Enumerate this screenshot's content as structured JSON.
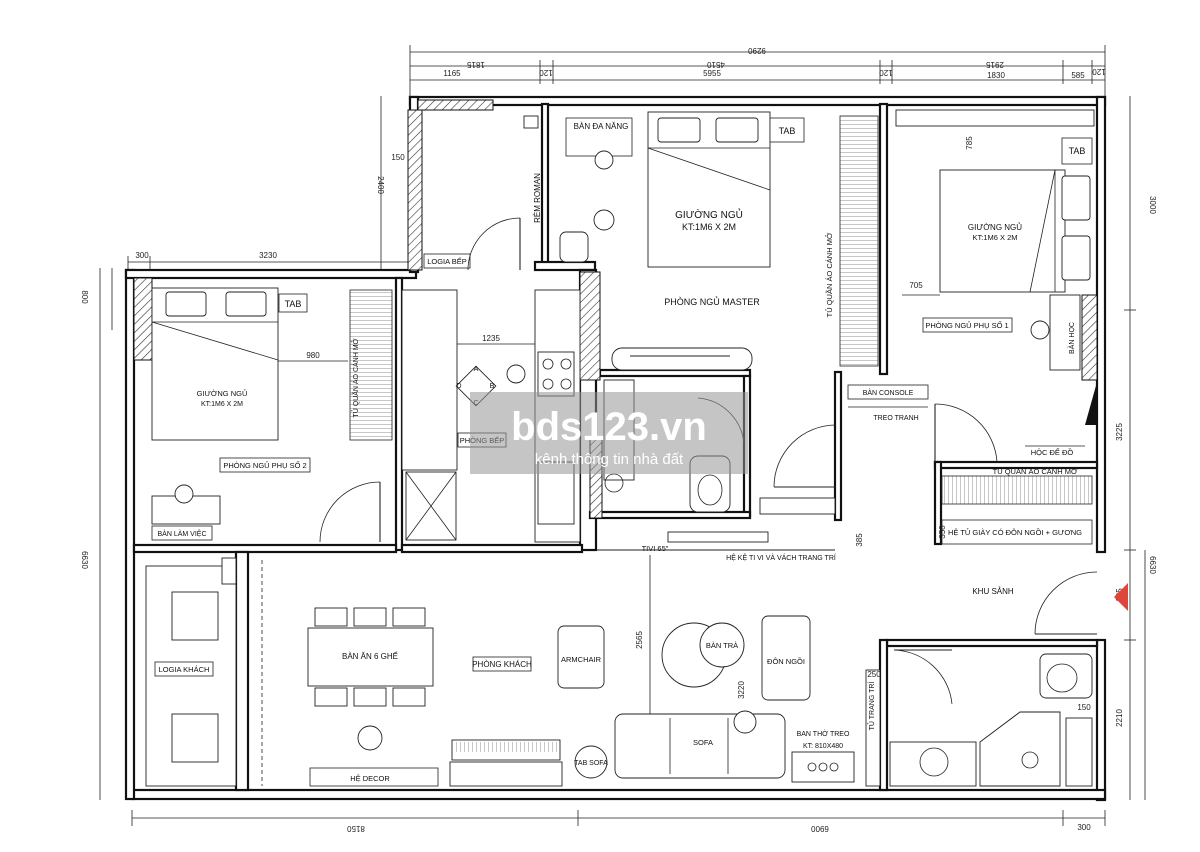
{
  "dimensions": {
    "top_total": "9290",
    "top_segments": [
      "1815",
      "4510",
      "2915"
    ],
    "top_lower": [
      "1165",
      "120",
      "5955",
      "120",
      "1830",
      "585",
      "120"
    ],
    "left_upper_a": "300",
    "left_upper_b": "3230",
    "left_side_a": "800",
    "left_side_b": "6630",
    "left_loggia": "2400",
    "left_150": "150",
    "bottom_left": "8150",
    "bottom_right": "6900",
    "bottom_300": "300",
    "right_top": "3000",
    "right_mid": "3225",
    "right_6630": "6630",
    "right_2210": "2210",
    "d_980": "980",
    "d_1235": "1235",
    "d_785": "785",
    "d_705": "705",
    "d_385": "385",
    "d_2565": "2565",
    "d_3220": "3220",
    "d_250": "250",
    "d_350": "350",
    "d_150b": "150",
    "d_195": "195"
  },
  "rooms": {
    "ban_da_nang": "BÀN ĐA NĂNG",
    "tab1": "TAB",
    "tab2": "TAB",
    "tab3": "TAB",
    "giuong_master": "GIƯỜNG NGỦ",
    "giuong_master_kt": "KT:1M6 X 2M",
    "rem_roman": "RÈM ROMAN",
    "logia_bep": "LOGIA BẾP",
    "phong_ngu_master": "PHÒNG NGỦ MASTER",
    "tu_quan_ao_master": "TỦ QUẦN ÁO CÁNH MỞ",
    "giuong_ps1": "GIƯỜNG NGỦ",
    "giuong_ps1_kt": "KT:1M6 X 2M",
    "phong_ngu_ps1": "PHÒNG NGỦ PHỤ SỐ 1",
    "ban_hoc": "BÀN HỌC",
    "ban_console": "BÀN CONSOLE",
    "treo_tranh": "TREO TRANH",
    "hoc_de_do": "HỘC ĐỂ ĐỒ",
    "tu_quan_ao_sanh": "TỦ QUẦN ÁO CÁNH MỞ",
    "he_tu_giay": "HỆ TỦ GIÀY CÓ ĐÔN NGỒI + GƯƠNG",
    "khu_sanh": "KHU SẢNH",
    "giuong_ps2": "GIƯỜNG NGỦ",
    "giuong_ps2_kt": "KT:1M6 X 2M",
    "tu_quan_ao_ps2": "TỦ QUẦN ÁO CÁNH MỞ",
    "phong_ngu_ps2": "PHÒNG NGỦ PHỤ SỐ 2",
    "ban_lam_viec": "BÀN LÀM VIỆC",
    "phong_bep": "PHÒNG BẾP",
    "tivi": "TIVI 65\"",
    "he_ke_ti_vi": "HỆ KỆ TI VI VÀ VÁCH TRANG TRÍ",
    "logia_khach": "LOGIA KHÁCH",
    "ban_an": "BÀN ĂN 6 GHẾ",
    "phong_khach": "PHÒNG KHÁCH",
    "armchair": "ARMCHAIR",
    "ban_tra": "BÀN TRÀ",
    "don_ngoi": "ĐÔN NGỒI",
    "sofa": "SOFA",
    "tab_sofa": "TAB SOFA",
    "ban_tho_treo": "BAN THỜ TREO",
    "ban_tho_kt": "KT: 810X480",
    "he_decor": "HỆ DECOR",
    "tu_trang_tri": "TỦ TRANG TRÍ",
    "kitchen_a": "A",
    "kitchen_b": "B",
    "kitchen_c": "C",
    "kitchen_d": "D"
  },
  "watermark": {
    "title": "bds123.vn",
    "subtitle": "kênh thông tin nhà đất"
  },
  "colors": {
    "wall": "#111111",
    "hatch": "#333333",
    "watermark_bg": "#969696",
    "entrance_arrow": "#e0453a"
  }
}
